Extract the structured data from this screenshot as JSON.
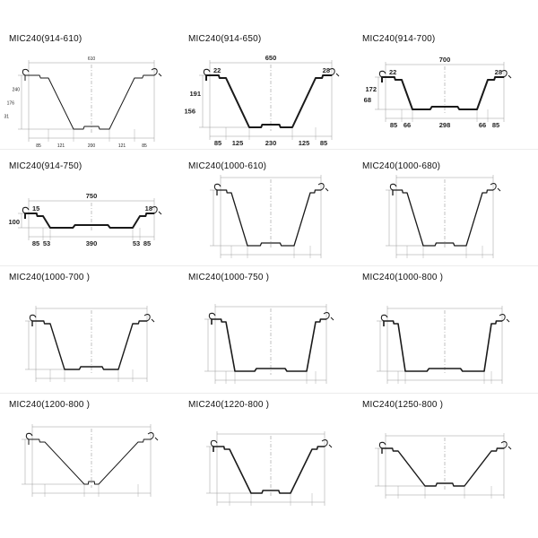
{
  "profiles": [
    {
      "title": "MIC240(914-610)",
      "dims_top": [
        "610"
      ],
      "dims_side": [
        "240",
        "176",
        "31"
      ],
      "dims_bottom": [
        "85",
        "121",
        "200",
        "121",
        "85"
      ]
    },
    {
      "title": "MIC240(914-650)",
      "dims_top": [
        "650",
        "22",
        "28"
      ],
      "dims_side": [
        "191",
        "156"
      ],
      "dims_bottom": [
        "85",
        "125",
        "230",
        "125",
        "85"
      ]
    },
    {
      "title": "MIC240(914-700)",
      "dims_top": [
        "700",
        "22",
        "28"
      ],
      "dims_side": [
        "172",
        "68"
      ],
      "dims_bottom": [
        "85",
        "66",
        "298",
        "66",
        "85"
      ]
    },
    {
      "title": "MIC240(914-750)",
      "dims_top": [
        "750",
        "15",
        "18"
      ],
      "dims_side": [
        "100"
      ],
      "dims_bottom": [
        "85",
        "53",
        "390",
        "53",
        "85"
      ]
    },
    {
      "title": "MIC240(1000-610)",
      "dims_top": [],
      "dims_side": [],
      "dims_bottom": []
    },
    {
      "title": "MIC240(1000-680)",
      "dims_top": [],
      "dims_side": [],
      "dims_bottom": []
    },
    {
      "title": "MIC240(1000-700 )",
      "dims_top": [],
      "dims_side": [],
      "dims_bottom": []
    },
    {
      "title": "MIC240(1000-750 )",
      "dims_top": [],
      "dims_side": [],
      "dims_bottom": []
    },
    {
      "title": "MIC240(1000-800 )",
      "dims_top": [],
      "dims_side": [],
      "dims_bottom": []
    },
    {
      "title": "MIC240(1200-800 )",
      "dims_top": [],
      "dims_side": [],
      "dims_bottom": []
    },
    {
      "title": "MIC240(1220-800 )",
      "dims_top": [],
      "dims_side": [],
      "dims_bottom": []
    },
    {
      "title": "MIC240(1250-800 )",
      "dims_top": [],
      "dims_side": [],
      "dims_bottom": []
    }
  ],
  "line_color": "#1a1a1a",
  "dim_color": "#9a9a9a"
}
